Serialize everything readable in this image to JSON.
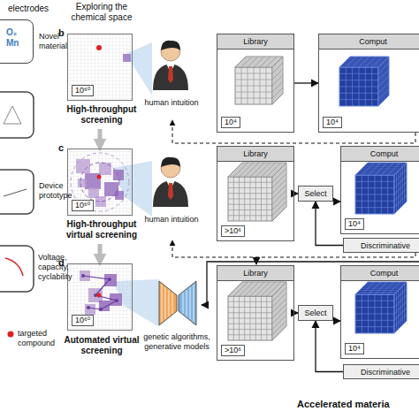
{
  "diagram": {
    "nodes": [
      {
        "text": [
          "O₂",
          "Mn"
        ]
      },
      {
        "text": [
          "10⁶⁰"
        ]
      },
      {
        "text": [
          "Library",
          "10⁴"
        ]
      },
      {
        "text": [
          "Comput",
          "10⁴"
        ]
      },
      {
        "text": [
          "10⁶⁰"
        ]
      },
      {
        "text": [
          "Library",
          ">10⁶"
        ]
      },
      {
        "text": [
          "Select"
        ]
      },
      {
        "text": [
          "Comput",
          "10⁴"
        ]
      },
      {
        "text": [
          "Discriminative"
        ]
      },
      {
        "text": [
          "10⁶⁰"
        ]
      },
      {
        "text": [
          "Library",
          ">10⁶"
        ]
      },
      {
        "text": [
          "Select"
        ]
      },
      {
        "text": [
          "Comput",
          "10⁴"
        ]
      },
      {
        "text": [
          "Discriminative"
        ]
      }
    ],
    "edges": [
      {
        "from": 2,
        "to": 3,
        "arrow": "to"
      },
      {
        "from": 5,
        "to": 6,
        "arrow": "to"
      },
      {
        "from": 6,
        "to": 7,
        "arrow": "to"
      },
      {
        "from": 8,
        "to": 6,
        "arrow": "to"
      },
      {
        "from": 10,
        "to": 11,
        "arrow": "to"
      },
      {
        "from": 11,
        "to": 12,
        "arrow": "to"
      },
      {
        "from": 13,
        "to": 11,
        "arrow": "to"
      }
    ],
    "labels": [
      "electrodes",
      "Novel material",
      "Device prototype",
      "Voltage, capacity, cyclability",
      "targeted compound",
      "Exploring the chemical space",
      "b",
      "High-throughput screening",
      "c",
      "High-throughput virtual screening",
      "d",
      "Automated virtual screening",
      "human intuition",
      "human intuition",
      "genetic algorithms, generative models",
      "Accelerated materia"
    ]
  }
}
